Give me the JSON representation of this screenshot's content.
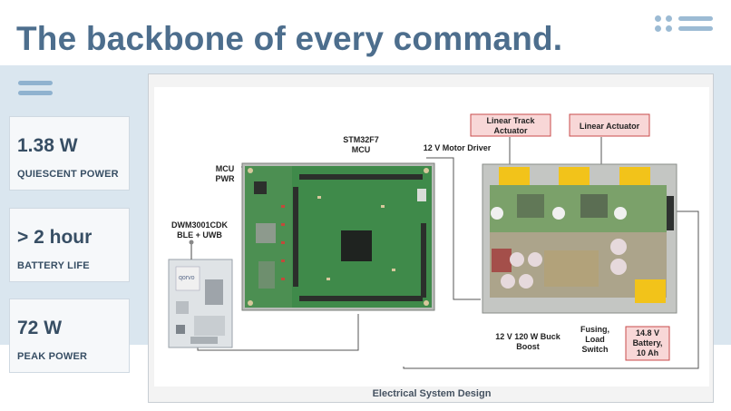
{
  "page": {
    "title": "The backbone of every command."
  },
  "stats": [
    {
      "value": "1.38 W",
      "label": "QUIESCENT POWER"
    },
    {
      "value": "> 2 hour",
      "label": "BATTERY LIFE"
    },
    {
      "value": "72 W",
      "label": "PEAK POWER"
    }
  ],
  "figure": {
    "caption": "Electrical System Design",
    "labels": {
      "mcu_pwr_1": "MCU",
      "mcu_pwr_2": "PWR",
      "stm_1": "STM32F7",
      "stm_2": "MCU",
      "dwm_1": "DWM3001CDK",
      "dwm_2": "BLE + UWB",
      "motor_driver": "12 V Motor Driver",
      "linear_track_1": "Linear Track",
      "linear_track_2": "Actuator",
      "linear_actuator": "Linear Actuator",
      "buck_1": "12 V 120 W Buck",
      "buck_2": "Boost",
      "fusing_1": "Fusing,",
      "fusing_2": "Load",
      "fusing_3": "Switch",
      "battery_1": "14.8 V",
      "battery_2": "Battery,",
      "battery_3": "10 Ah",
      "dwm_logo": "qorvo"
    }
  },
  "colors": {
    "title": "#4d6e8d",
    "band": "#dae6ef",
    "pcb_green": "#3f8a4a",
    "connector_yellow": "#f2c31a",
    "label_box_fill": "#f8d7d7",
    "label_box_border": "#c94b4b"
  },
  "icons": {
    "logo": "dots-and-bars-logo",
    "menu": "hamburger-menu-icon"
  }
}
